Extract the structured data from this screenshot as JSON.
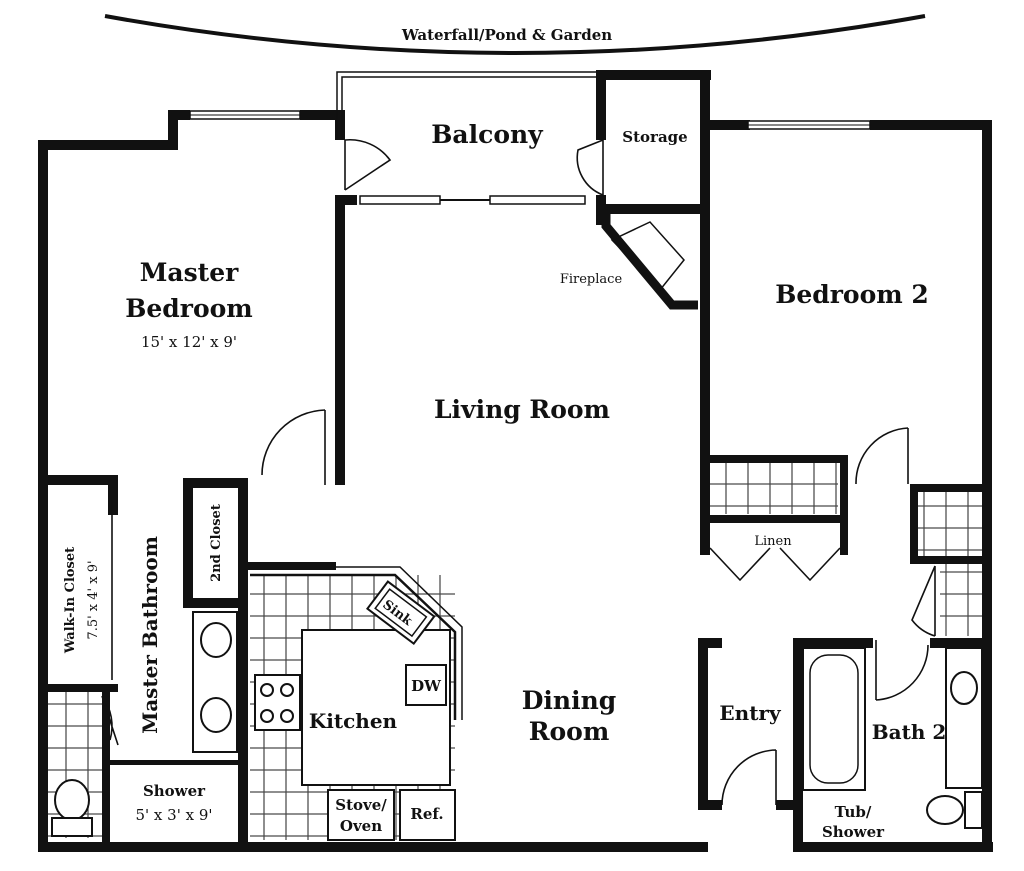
{
  "rooms": {
    "garden": "Waterfall/Pond & Garden",
    "balcony": "Balcony",
    "storage": "Storage",
    "fireplace": "Fireplace",
    "master_line1": "Master",
    "master_line2": "Bedroom",
    "master_dims": "15' x 12' x 9'",
    "bedroom2": "Bedroom 2",
    "living": "Living Room",
    "walkin_line1": "Walk-In Closet",
    "walkin_dims": "7.5' x 4' x 9'",
    "master_bath": "Master Bathroom",
    "second_closet": "2nd Closet",
    "linen": "Linen",
    "sink": "Sink",
    "dw": "DW",
    "kitchen": "Kitchen",
    "dining_line1": "Dining",
    "dining_line2": "Room",
    "entry": "Entry",
    "bath2": "Bath 2",
    "shower": "Shower",
    "shower_dims": "5' x 3' x 9'",
    "stove_line1": "Stove/",
    "stove_line2": "Oven",
    "ref": "Ref.",
    "tub_line1": "Tub/",
    "tub_line2": "Shower"
  }
}
